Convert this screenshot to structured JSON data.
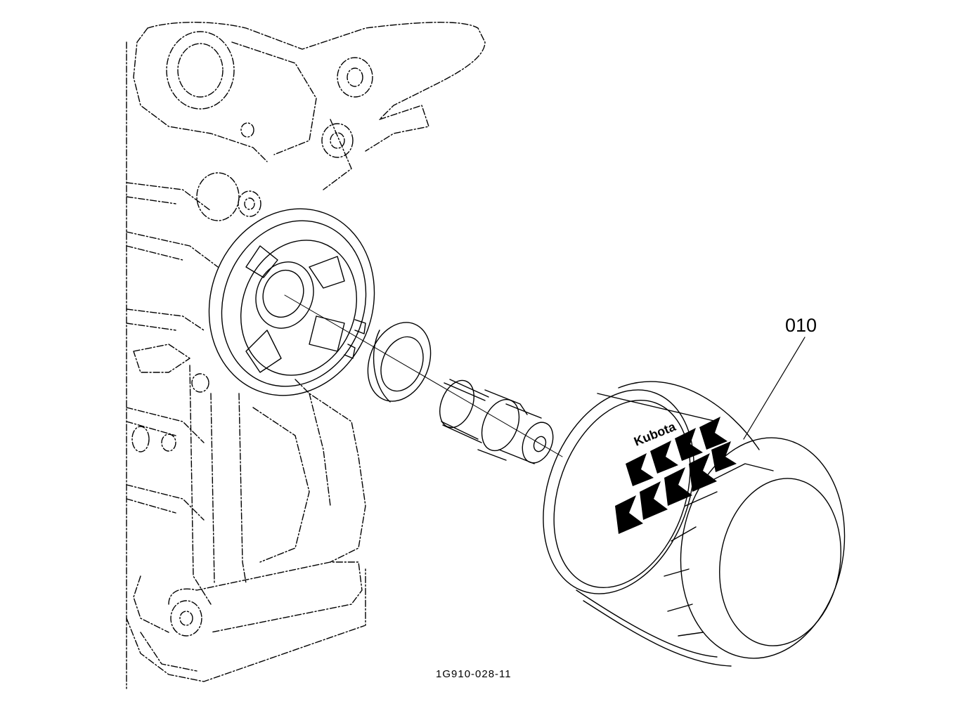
{
  "diagram": {
    "callouts": [
      {
        "id": "010",
        "label": "010"
      }
    ],
    "figure_code": "1G910-028-11",
    "filter_brand": "Kubota",
    "colors": {
      "line": "#000000",
      "background": "#ffffff"
    }
  }
}
